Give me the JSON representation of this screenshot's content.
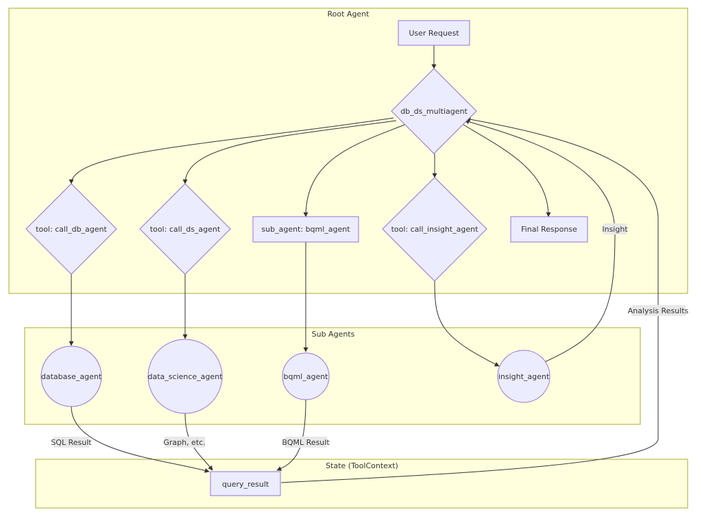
{
  "clusters": {
    "root": "Root Agent",
    "sub": "Sub Agents",
    "state": "State (ToolContext)"
  },
  "nodes": {
    "user_request": "User Request",
    "multiagent": "db_ds_multiagent",
    "call_db_agent": "tool: call_db_agent",
    "call_ds_agent": "tool: call_ds_agent",
    "bqml_sub_agent": "sub_agent: bqml_agent",
    "call_insight_agent": "tool: call_insight_agent",
    "final_response": "Final Response",
    "database_agent": "database_agent",
    "data_science_agent": "data_science_agent",
    "bqml_agent": "bqml_agent",
    "insight_agent": "insight_agent",
    "query_result": "query_result"
  },
  "edge_labels": {
    "insight": "Insight",
    "analysis_results": "Analysis Results",
    "sql_result": "SQL Result",
    "graph_etc": "Graph, etc.",
    "bqml_result": "BQML Result"
  }
}
